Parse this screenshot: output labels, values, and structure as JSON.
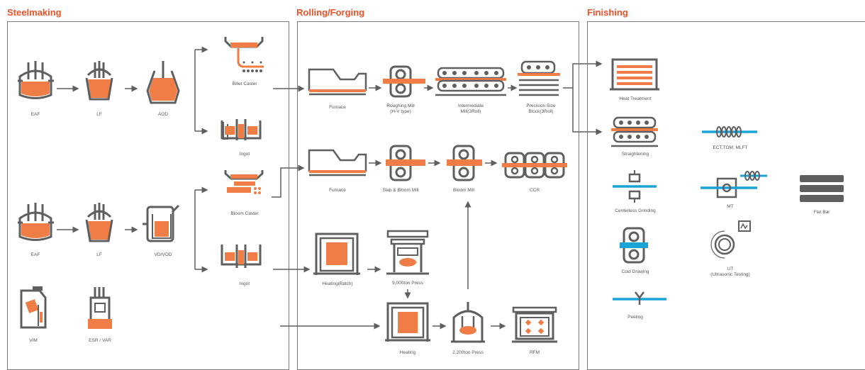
{
  "sections": {
    "steelmaking": "Steelmaking",
    "rolling": "Rolling/Forging",
    "finishing": "Finishing"
  },
  "labels": {
    "eaf1": "EAF",
    "lf1": "LF",
    "aod": "AOD",
    "billet_caster": "Billet Caster",
    "ingot1": "Ingot",
    "bloom_caster": "Bloom Caster",
    "eaf2": "EAF",
    "lf2": "LF",
    "vd_vod": "VD/VOD",
    "ingot2": "Ingot",
    "vim": "VIM",
    "esr_var": "ESR / VAR",
    "furnace1": "Furnace",
    "roughing_mill_1": "Roughing Mill",
    "roughing_mill_2": "(H-V type)",
    "intermediate_mill_1": "Intermediate",
    "intermediate_mill_2": "Mill(3Roll)",
    "precision_block_1": "Precision Size",
    "precision_block_2": "Block(3Roll)",
    "furnace2": "Furnace",
    "slab_bloom_mill": "Slab & Bloom Mill",
    "bloom_mill": "Bloom Mill",
    "ccr": "CCR",
    "heating_batch": "Heating(Batch)",
    "press_9000": "9,000ton Press",
    "heating": "Heating",
    "press_2200": "2,200ton Press",
    "rfm": "RFM",
    "heat_treatment": "Heat Treatment",
    "straightening": "Straightening",
    "ect": "ECT,TOM, MLFT",
    "centerless_grinding": "Centerless Grinding",
    "mt": "MT",
    "flat_bar": "Flat Bar",
    "cold_drawing": "Cold Drawing",
    "ut_1": "UT",
    "ut_2": "(Ultrasonic Testing)",
    "peeling": "Peeling"
  },
  "colors": {
    "accent": "#e8542a",
    "orange_fill": "#ef7d45",
    "gray": "#5f5f5f",
    "blue": "#1aa3d9",
    "border": "#7a7a7a"
  }
}
